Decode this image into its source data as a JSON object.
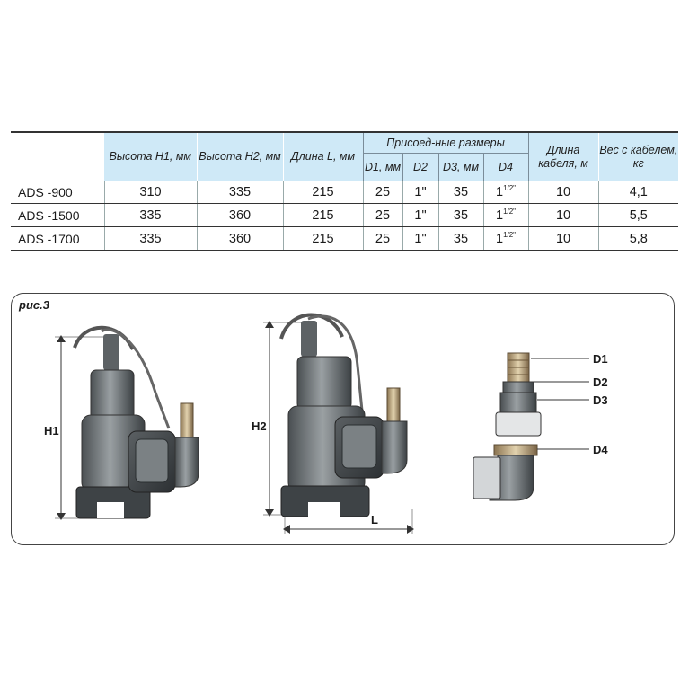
{
  "table": {
    "headers": {
      "h1": "Высота H1, мм",
      "h2": "Высота H2, мм",
      "length": "Длина L, мм",
      "connection_group": "Присоед-ные размеры",
      "d1": "D1, мм",
      "d2": "D2",
      "d3": "D3, мм",
      "d4": "D4",
      "cable": "Длина кабеля, м",
      "weight": "Вес с кабелем, кг"
    },
    "rows": [
      {
        "model": "ADS -900",
        "h1": "310",
        "h2": "335",
        "length": "215",
        "d1": "25",
        "d2": "1\"",
        "d3": "35",
        "d4_base": "1",
        "d4_sup": "1/2\"",
        "cable": "10",
        "weight": "4,1"
      },
      {
        "model": "ADS -1500",
        "h1": "335",
        "h2": "360",
        "length": "215",
        "d1": "25",
        "d2": "1\"",
        "d3": "35",
        "d4_base": "1",
        "d4_sup": "1/2\"",
        "cable": "10",
        "weight": "5,5"
      },
      {
        "model": "ADS -1700",
        "h1": "335",
        "h2": "360",
        "length": "215",
        "d1": "25",
        "d2": "1\"",
        "d3": "35",
        "d4_base": "1",
        "d4_sup": "1/2\"",
        "cable": "10",
        "weight": "5,8"
      }
    ]
  },
  "figure": {
    "label": "рис.3",
    "dim_h1": "H1",
    "dim_h2": "H2",
    "dim_l": "L",
    "fittings": [
      "D1",
      "D2",
      "D3",
      "D4"
    ]
  }
}
